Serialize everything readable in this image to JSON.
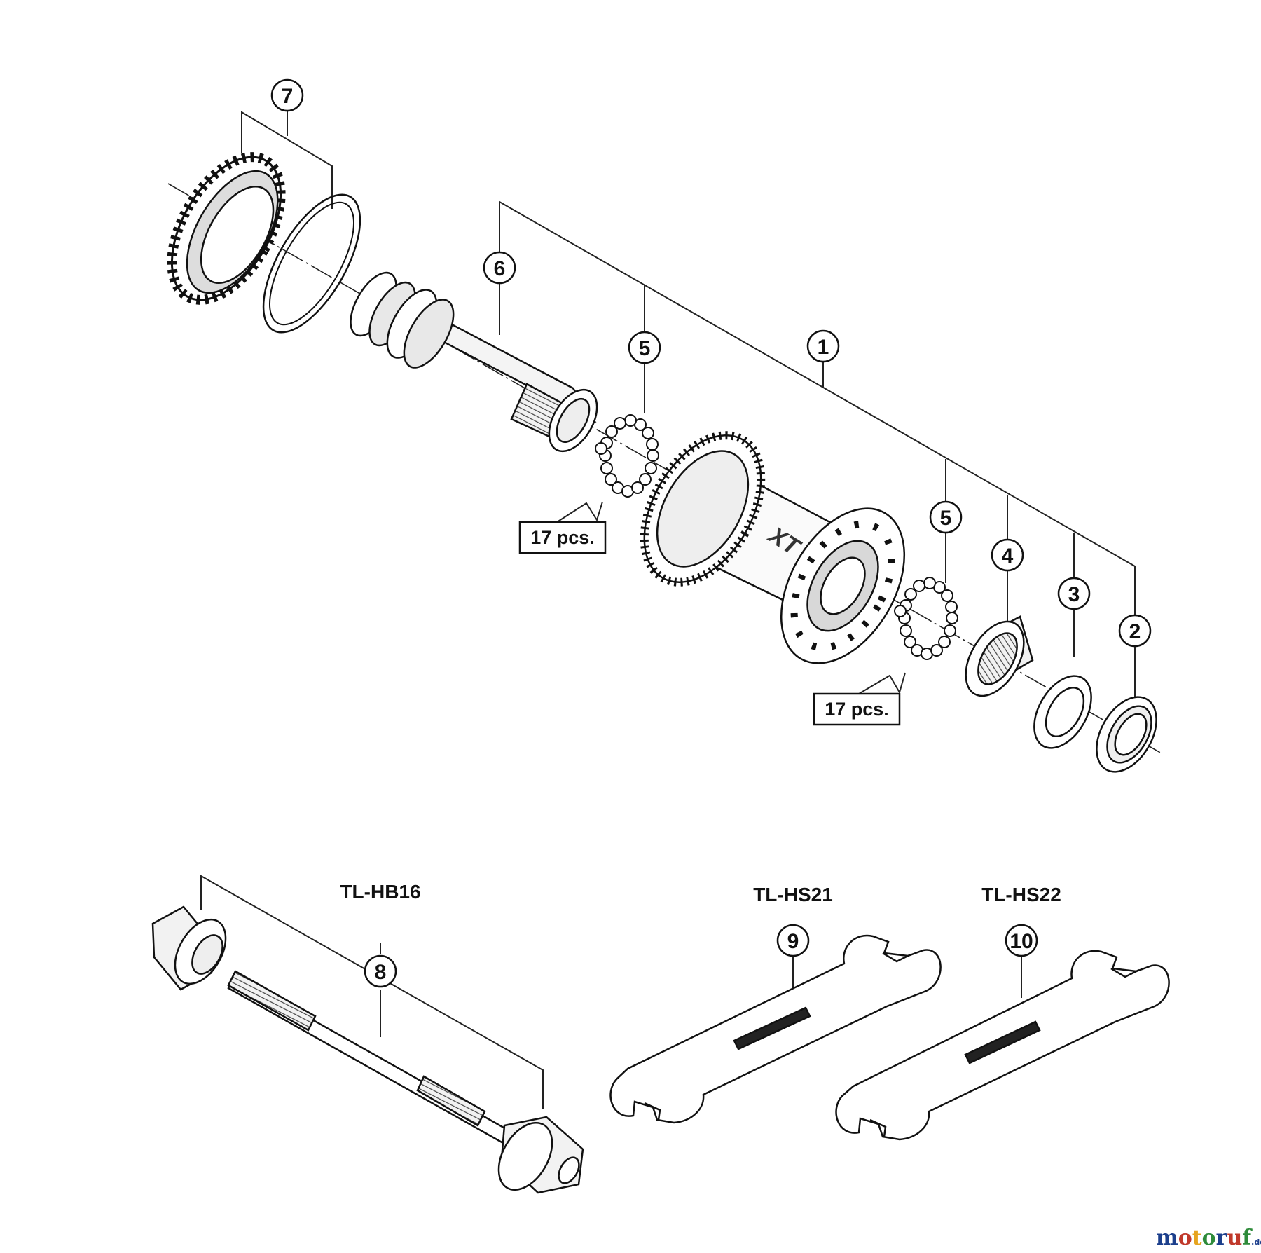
{
  "callouts": {
    "c1": "1",
    "c2": "2",
    "c3": "3",
    "c4": "4",
    "c5a": "5",
    "c5b": "5",
    "c6": "6",
    "c7": "7",
    "c8": "8",
    "c9": "9",
    "c10": "10"
  },
  "quantities": {
    "upper": "17 pcs.",
    "lower": "17 pcs."
  },
  "tools": {
    "tl_hb16": "TL-HB16",
    "tl_hs21": "TL-HS21",
    "tl_hs22": "TL-HS22"
  },
  "hub_marking": "XT",
  "watermark": {
    "brand": "motoruf",
    "suffix": ".de",
    "colors": [
      "#1c3f8c",
      "#c0392b",
      "#e6a41e",
      "#2e8b3a",
      "#1c3f8c",
      "#c0392b",
      "#2e8b3a"
    ]
  }
}
